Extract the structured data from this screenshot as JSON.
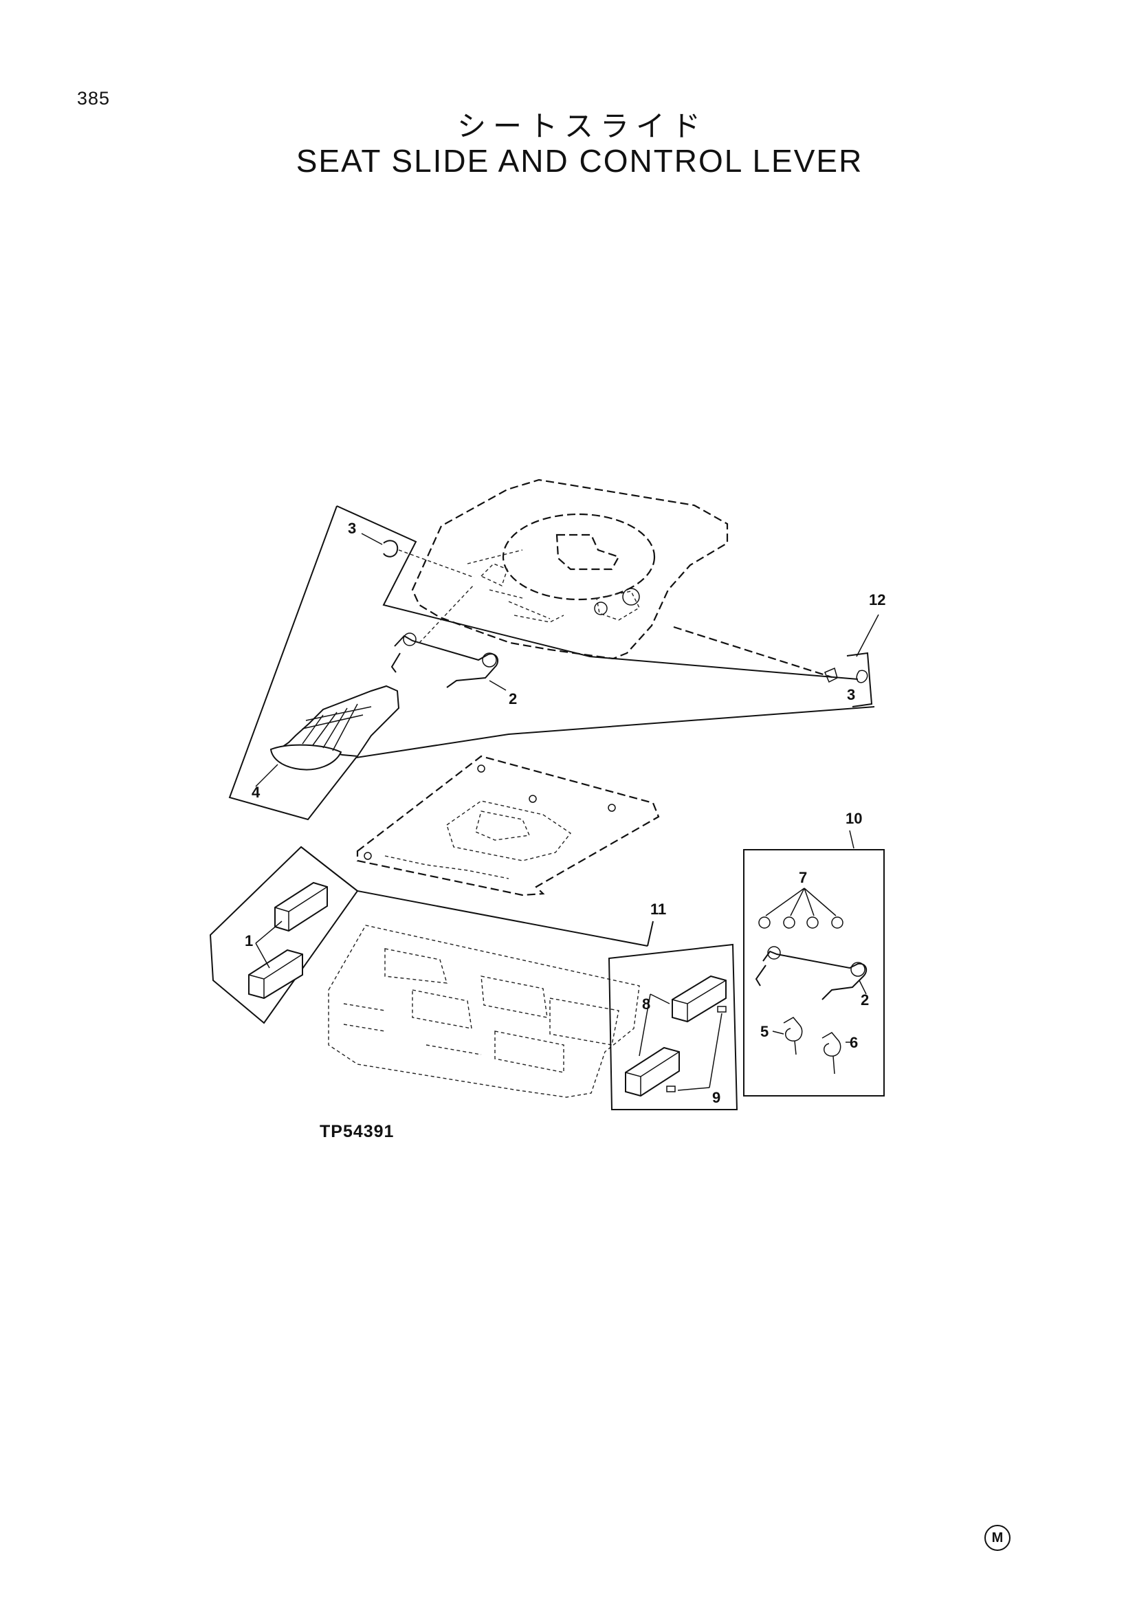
{
  "page": {
    "number": "385",
    "title_jp": "シートスライド",
    "title_en": "SEAT SLIDE AND CONTROL LEVER",
    "figure_code": "TP54391",
    "mark": "M"
  },
  "callouts": [
    {
      "id": "c3a",
      "text": "3"
    },
    {
      "id": "c2a",
      "text": "2"
    },
    {
      "id": "c4",
      "text": "4"
    },
    {
      "id": "c12",
      "text": "12"
    },
    {
      "id": "c3b",
      "text": "3"
    },
    {
      "id": "c10",
      "text": "10"
    },
    {
      "id": "c7",
      "text": "7"
    },
    {
      "id": "c2b",
      "text": "2"
    },
    {
      "id": "c5",
      "text": "5"
    },
    {
      "id": "c6",
      "text": "6"
    },
    {
      "id": "c11",
      "text": "11"
    },
    {
      "id": "c8",
      "text": "8"
    },
    {
      "id": "c9",
      "text": "9"
    },
    {
      "id": "c1",
      "text": "1"
    }
  ]
}
